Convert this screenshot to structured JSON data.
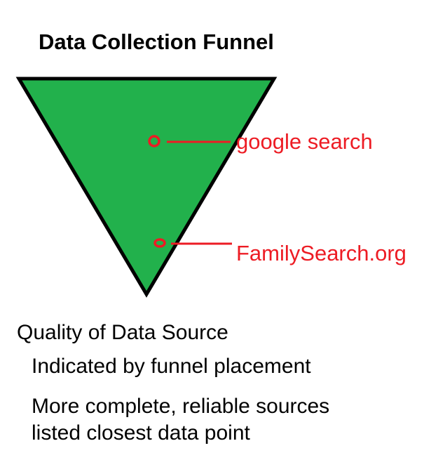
{
  "title": "Data Collection Funnel",
  "colors": {
    "funnel_fill": "#22b14c",
    "funnel_stroke": "#000000",
    "marker": "#ed1c24"
  },
  "markers": [
    {
      "label": "google search"
    },
    {
      "label": "FamilySearch.org"
    }
  ],
  "caption": {
    "heading": "Quality of Data Source",
    "line1": "Indicated by funnel placement",
    "line2": "More complete, reliable sources",
    "line3": "listed closest data point"
  }
}
